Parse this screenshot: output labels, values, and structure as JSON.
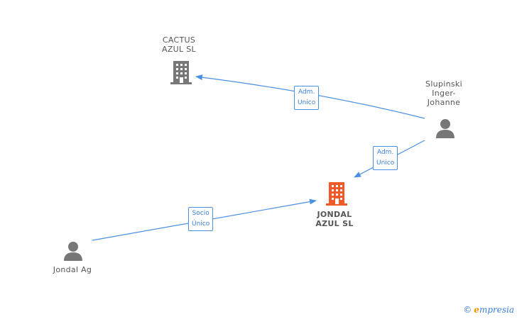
{
  "nodes": {
    "cactus": {
      "line1": "CACTUS",
      "line2": "AZUL SL"
    },
    "slupinski": {
      "line1": "Slupinski",
      "line2": "Inger-",
      "line3": "Johanne"
    },
    "jondal_sl": {
      "line1": "JONDAL",
      "line2": "AZUL SL"
    },
    "jondal_ag": {
      "line1": "Jondal Ag"
    }
  },
  "edges": {
    "slupinski_cactus": {
      "line1": "Adm.",
      "line2": "Unico"
    },
    "slupinski_jondal": {
      "line1": "Adm.",
      "line2": "Unico"
    },
    "jondalag_jondal": {
      "line1": "Socio",
      "line2": "Único"
    }
  },
  "colors": {
    "company": "#777777",
    "focus_company": "#f05a28",
    "person": "#777777",
    "edge": "#4a90e2"
  },
  "watermark": {
    "copyright": "©",
    "brand_first": "e",
    "brand_rest": "mpresia"
  }
}
